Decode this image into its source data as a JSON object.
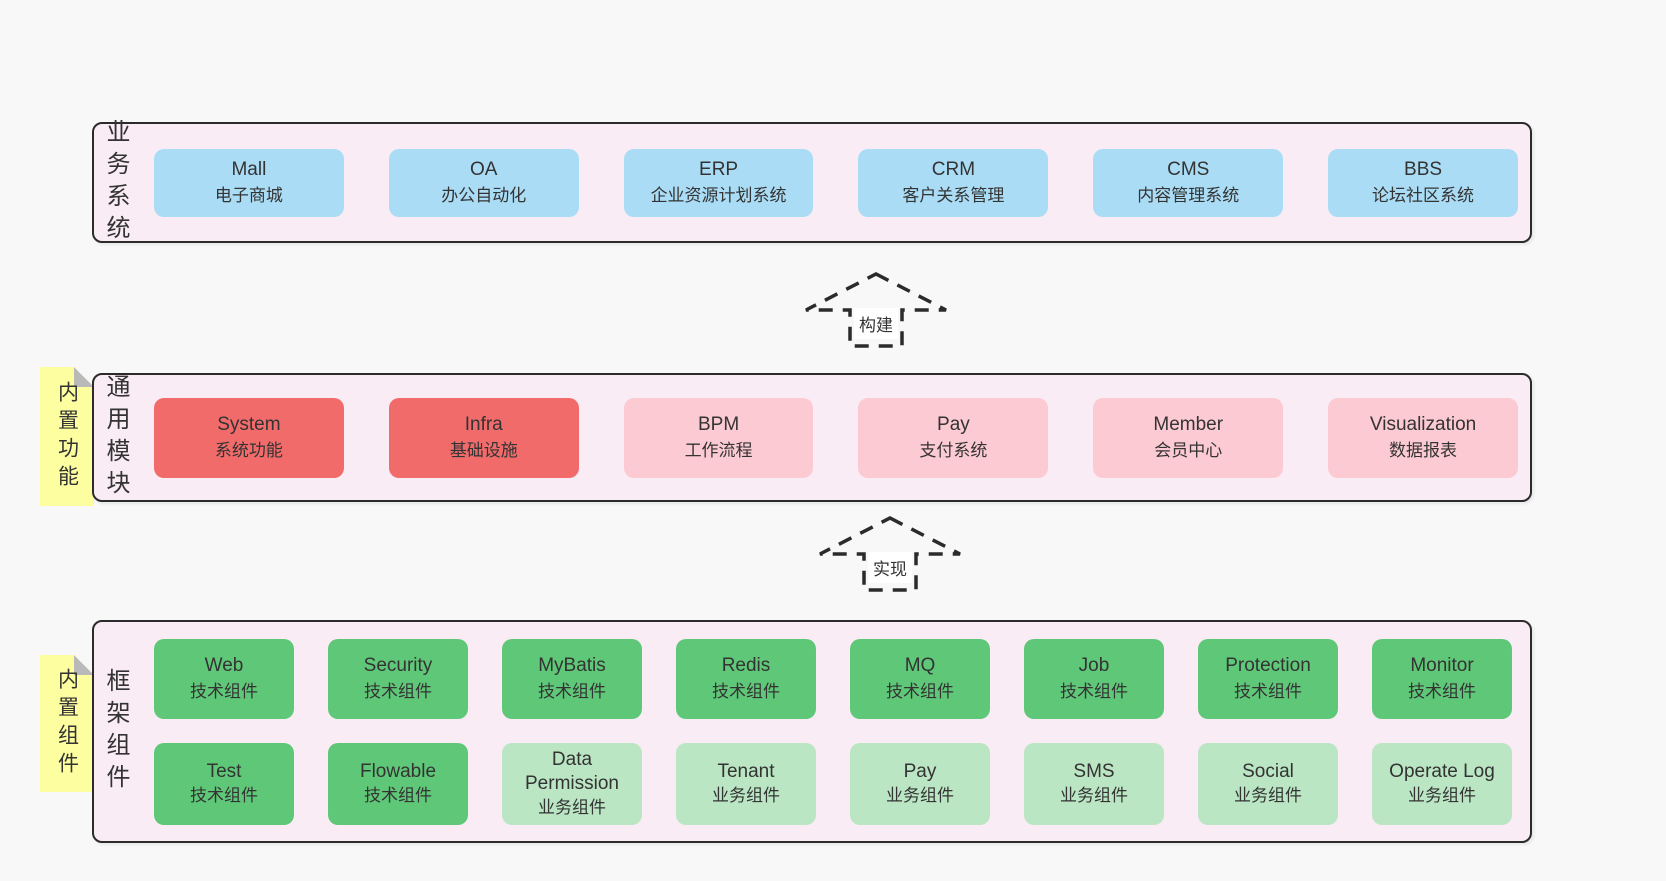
{
  "diagram": {
    "arrows": [
      {
        "id": "build",
        "label": "构建"
      },
      {
        "id": "implement",
        "label": "实现"
      }
    ],
    "sections": [
      {
        "id": "business-systems",
        "side_label": "业务系统",
        "note": "",
        "rows": [
          [
            {
              "name": "Mall",
              "subtitle": "电子商城",
              "variant": "blue"
            },
            {
              "name": "OA",
              "subtitle": "办公自动化",
              "variant": "blue"
            },
            {
              "name": "ERP",
              "subtitle": "企业资源计划系统",
              "variant": "blue"
            },
            {
              "name": "CRM",
              "subtitle": "客户关系管理",
              "variant": "blue"
            },
            {
              "name": "CMS",
              "subtitle": "内容管理系统",
              "variant": "blue"
            },
            {
              "name": "BBS",
              "subtitle": "论坛社区系统",
              "variant": "blue"
            }
          ]
        ]
      },
      {
        "id": "common-modules",
        "side_label": "通用模块",
        "note": "内置功能",
        "rows": [
          [
            {
              "name": "System",
              "subtitle": "系统功能",
              "variant": "red"
            },
            {
              "name": "Infra",
              "subtitle": "基础设施",
              "variant": "red"
            },
            {
              "name": "BPM",
              "subtitle": "工作流程",
              "variant": "pink"
            },
            {
              "name": "Pay",
              "subtitle": "支付系统",
              "variant": "pink"
            },
            {
              "name": "Member",
              "subtitle": "会员中心",
              "variant": "pink"
            },
            {
              "name": "Visualization",
              "subtitle": "数据报表",
              "variant": "pink"
            }
          ]
        ]
      },
      {
        "id": "framework-components",
        "side_label": "框架组件",
        "note": "内置组件",
        "rows": [
          [
            {
              "name": "Web",
              "subtitle": "技术组件",
              "variant": "green"
            },
            {
              "name": "Security",
              "subtitle": "技术组件",
              "variant": "green"
            },
            {
              "name": "MyBatis",
              "subtitle": "技术组件",
              "variant": "green"
            },
            {
              "name": "Redis",
              "subtitle": "技术组件",
              "variant": "green"
            },
            {
              "name": "MQ",
              "subtitle": "技术组件",
              "variant": "green"
            },
            {
              "name": "Job",
              "subtitle": "技术组件",
              "variant": "green"
            },
            {
              "name": "Protection",
              "subtitle": "技术组件",
              "variant": "green"
            },
            {
              "name": "Monitor",
              "subtitle": "技术组件",
              "variant": "green"
            }
          ],
          [
            {
              "name": "Test",
              "subtitle": "技术组件",
              "variant": "green"
            },
            {
              "name": "Flowable",
              "subtitle": "技术组件",
              "variant": "green"
            },
            {
              "name": "Data Permission",
              "subtitle": "业务组件",
              "variant": "lightgreen"
            },
            {
              "name": "Tenant",
              "subtitle": "业务组件",
              "variant": "lightgreen"
            },
            {
              "name": "Pay",
              "subtitle": "业务组件",
              "variant": "lightgreen"
            },
            {
              "name": "SMS",
              "subtitle": "业务组件",
              "variant": "lightgreen"
            },
            {
              "name": "Social",
              "subtitle": "业务组件",
              "variant": "lightgreen"
            },
            {
              "name": "Operate Log",
              "subtitle": "业务组件",
              "variant": "lightgreen"
            }
          ]
        ]
      }
    ],
    "colors": {
      "page_bg": "#f8f8f8",
      "container_bg": "#f9ecf5",
      "container_border": "#2b2b2b",
      "blue": "#aadcf5",
      "red": "#f16b6b",
      "pink": "#fccad3",
      "green": "#5fc878",
      "light_green": "#bbe6c4",
      "note_yellow": "#fdfe9f",
      "note_fold": "#b9b9b9",
      "text": "#333333"
    }
  }
}
